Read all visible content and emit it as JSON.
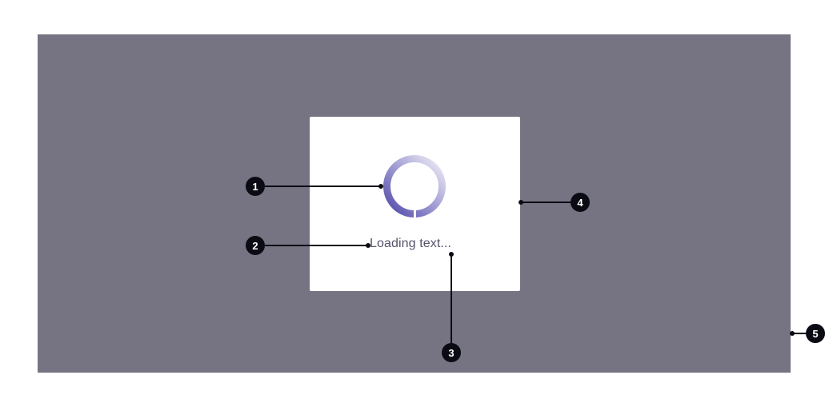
{
  "loader": {
    "text": "Loading text..."
  },
  "callouts": [
    {
      "label": "1",
      "target": "spinner"
    },
    {
      "label": "2",
      "target": "loading-text-start"
    },
    {
      "label": "3",
      "target": "loading-text-ellipsis"
    },
    {
      "label": "4",
      "target": "loader-card"
    },
    {
      "label": "5",
      "target": "overlay"
    }
  ],
  "colors": {
    "overlay": "#767482",
    "card": "#ffffff",
    "spinner_dark": "#4f47a8",
    "spinner_light": "#ece9f6",
    "text": "#55546a",
    "badge": "#0b0b14"
  }
}
